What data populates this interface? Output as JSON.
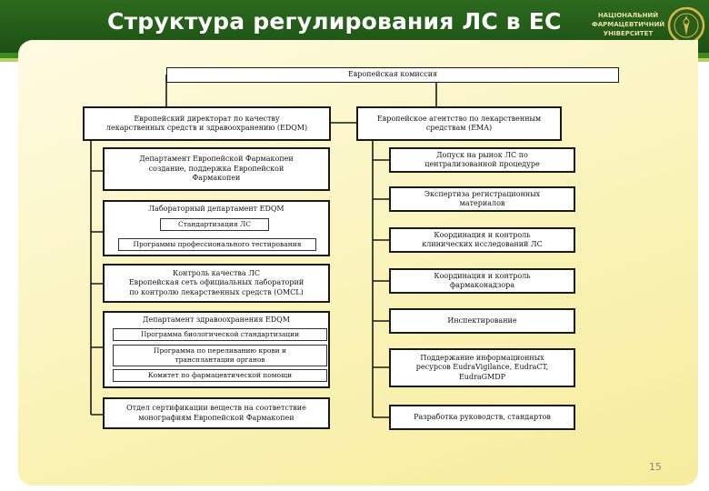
{
  "header": {
    "title": "Структура регулирования ЛС в ЕС",
    "logo_lines": [
      "НАЦІОНАЛЬНИЙ",
      "ФАРМАЦЕВТИЧНИЙ",
      "УНІВЕРСИТЕТ"
    ]
  },
  "colors": {
    "header_green": "#1d5014",
    "stripe_green": "#3f8a1c",
    "stripe_light": "#b4d46a",
    "panel_yellow": "#f9f2b4",
    "emblem_gold": "#d9b84a"
  },
  "icons": {
    "emblem": "university-emblem-icon"
  },
  "diagram": {
    "root": {
      "lines": [
        "Европейская комиссия"
      ]
    },
    "branches": [
      {
        "lines": [
          "Европейский директорат по качеству",
          "лекарственных средств и здравоохранению (EDQM)"
        ],
        "children": [
          {
            "lines": [
              "Департамент Европейской Фармакопеи",
              "создание, поддержка Европейской",
              "Фармакопеи"
            ],
            "items": []
          },
          {
            "lines": [
              "Лабораторный департамент EDQM"
            ],
            "items": [
              [
                "Стандартизация ЛС"
              ],
              [
                "Программы профессионального тестирования"
              ]
            ]
          },
          {
            "lines": [
              "Контроль качества ЛС",
              "Европейская сеть официальных лабораторий",
              "по контролю лекарственных средств (OMCL)"
            ],
            "items": []
          },
          {
            "lines": [
              "Департамент здравоохранения EDQM"
            ],
            "items": [
              [
                "Программа биологической стандартизации"
              ],
              [
                "Программа по переливанию крови и",
                "трансплантации органов"
              ],
              [
                "Комитет по фармацевтической помощи"
              ]
            ]
          },
          {
            "lines": [
              "Отдел сертификации веществ на соответствие",
              "монографиям Европейской Фармакопеи"
            ],
            "items": []
          }
        ]
      },
      {
        "lines": [
          "Европейское агентство по лекарственным",
          "средствам (EMA)"
        ],
        "children": [
          {
            "lines": [
              "Допуск на рынок ЛС по",
              "централизованной процедуре"
            ]
          },
          {
            "lines": [
              "Экспертиза регистрационных",
              "материалов"
            ]
          },
          {
            "lines": [
              "Координация и контроль",
              "клинических исследований ЛС"
            ]
          },
          {
            "lines": [
              "Координация и контроль",
              "фармаконадзора"
            ]
          },
          {
            "lines": [
              "Инспектирование"
            ]
          },
          {
            "lines": [
              "Поддержание информационных",
              "ресурсов EudraVigilance, EudraCT,",
              "EudraGMDP"
            ]
          },
          {
            "lines": [
              "Разработка руководств, стандартов"
            ]
          }
        ]
      }
    ]
  },
  "slide_number": "15"
}
